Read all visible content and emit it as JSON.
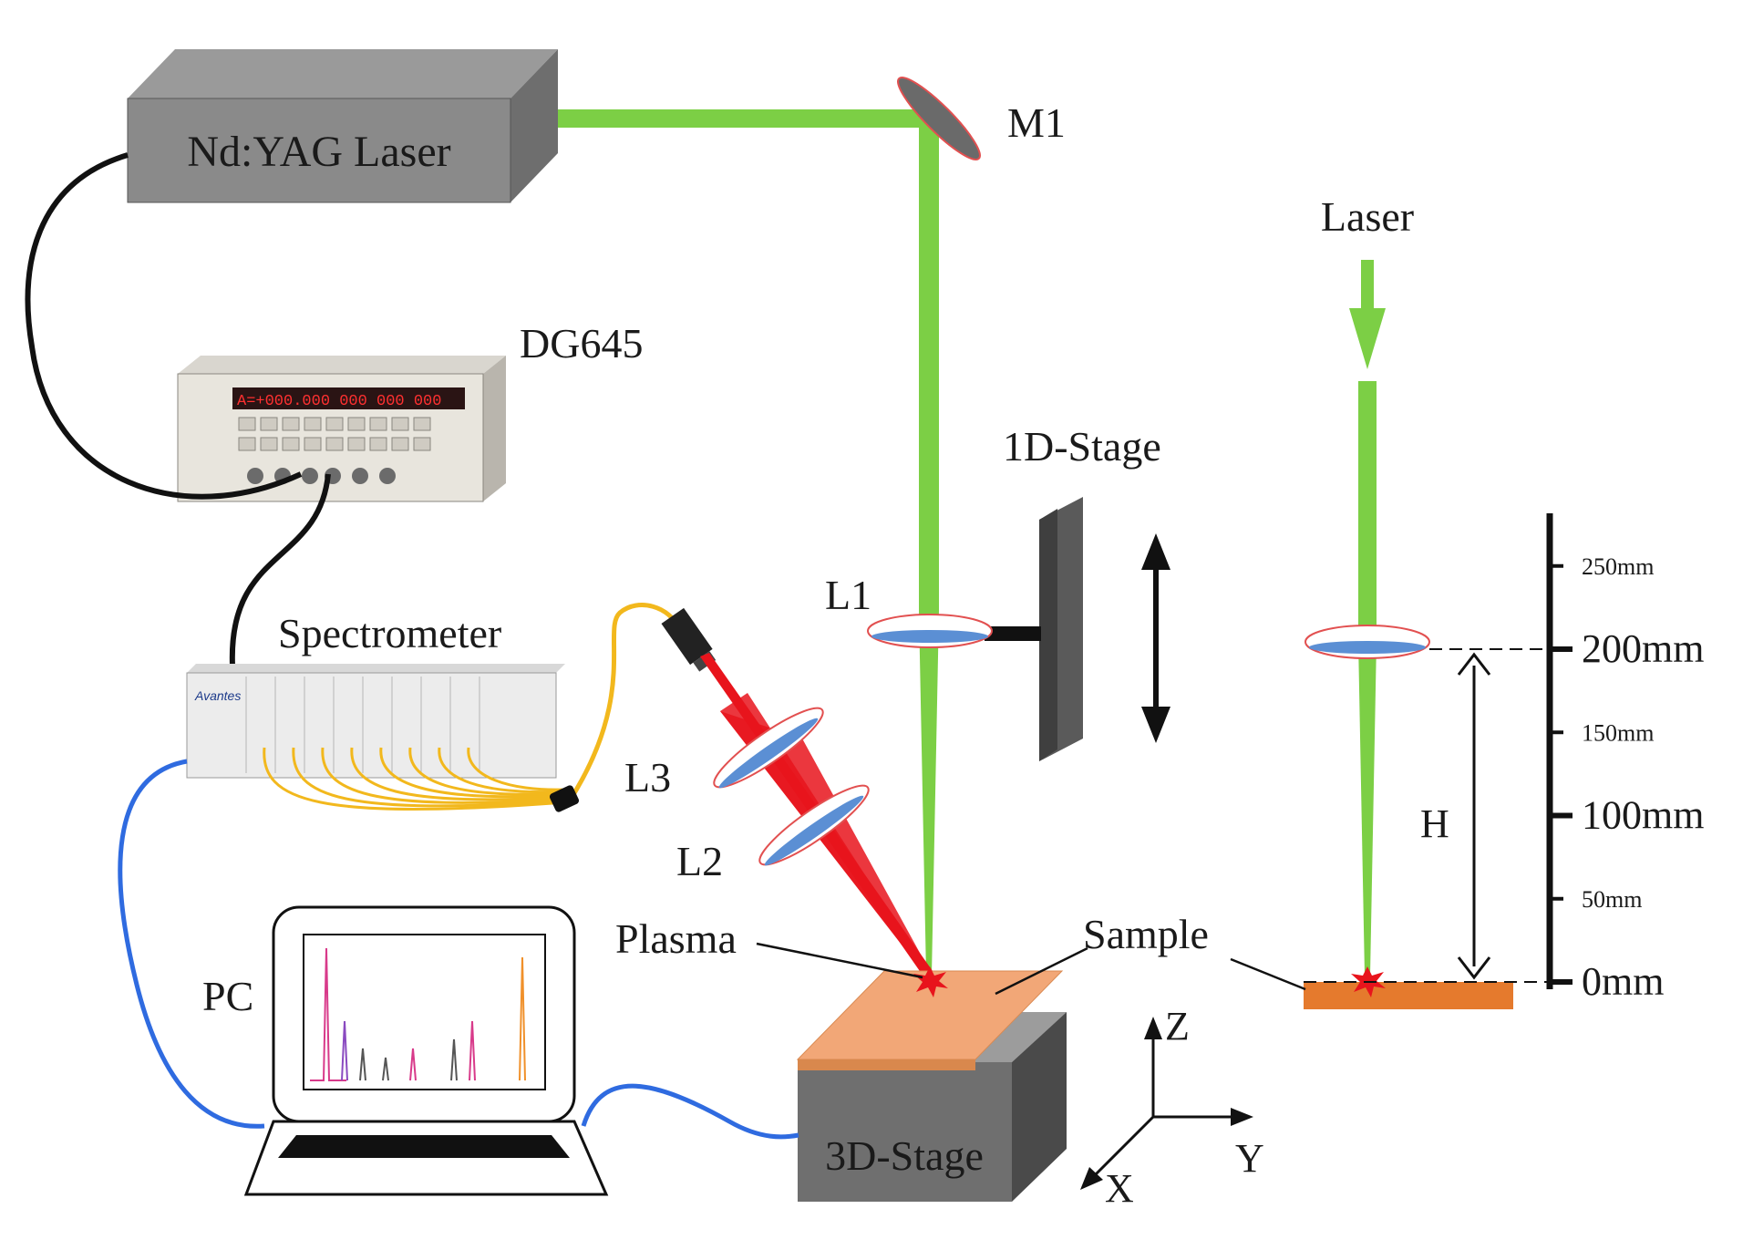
{
  "labels": {
    "laser_box": "Nd:YAG Laser",
    "mirror": "M1",
    "laser_right": "Laser",
    "delay_generator": "DG645",
    "stage_1d": "1D-Stage",
    "lens1": "L1",
    "spectrometer": "Spectrometer",
    "lens3": "L3",
    "lens2": "L2",
    "plasma": "Plasma",
    "sample": "Sample",
    "pc": "PC",
    "stage_3d": "3D-Stage",
    "height": "H",
    "axis_z": "Z",
    "axis_y": "Y",
    "axis_x": "X",
    "spectrometer_brand": "Avantes",
    "dg_display": "A=+000.000 000 000 000"
  },
  "scale_ticks": [
    {
      "label": "250mm",
      "value": 250,
      "major": false
    },
    {
      "label": "200mm",
      "value": 200,
      "major": true
    },
    {
      "label": "150mm",
      "value": 150,
      "major": false
    },
    {
      "label": "100mm",
      "value": 100,
      "major": true
    },
    {
      "label": "50mm",
      "value": 50,
      "major": false
    },
    {
      "label": "0mm",
      "value": 0,
      "major": true
    }
  ],
  "colors": {
    "laser_beam": "#7ccf45",
    "plasma_beam": "#e8141c",
    "sample": "#f2a777",
    "sample_side": "#e57a2d",
    "stage": "#6f6f6f",
    "cable_blue": "#2f6be0",
    "fiber_yellow": "#f2b81d",
    "lens_blue": "#5b8fd4"
  }
}
